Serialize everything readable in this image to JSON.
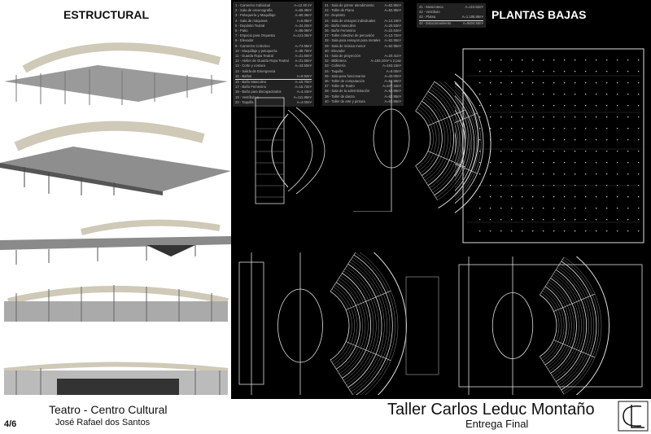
{
  "left_title": "ESTRUCTURAL",
  "right_title": "PLANTAS BAJAS",
  "legend": {
    "col1": [
      {
        "n": "1 - Camerino Individual",
        "a": "A=12.30 m²"
      },
      {
        "n": "2 - Sala de escenografía",
        "a": "A=65.38m²"
      },
      {
        "n": "3 - Peluquería y Maquillaje",
        "a": "A=60.36m²"
      },
      {
        "n": "4 - Sala de máquinas",
        "a": "A=6.86m²"
      },
      {
        "n": "5 - Depósito Teatral",
        "a": "A=34.20m²"
      },
      {
        "n": "6 - Patio",
        "a": "A=86.09m²"
      },
      {
        "n": "7 - Espacio para Orquesta",
        "a": "A=121.06m²"
      },
      {
        "n": "8 - Elevador",
        "a": ""
      },
      {
        "n": "9 - Camerino Colectivo",
        "a": "A=74.85m²"
      },
      {
        "n": "10 - Maquillaje y peluquería",
        "a": "A=38.70m²"
      },
      {
        "n": "11 - Guarda Ropa Teatral",
        "a": "A=21.50m²"
      },
      {
        "n": "12 - Atelier de Guarda Ropa Teatral",
        "a": "A=21.50m²"
      },
      {
        "n": "13 - Corte y costura",
        "a": "A=43.50m²"
      },
      {
        "n": "14 - Salida de Emergencia",
        "a": ""
      },
      {
        "n": "15 - Baños",
        "a": "A=9.92m²"
      },
      {
        "n": "16 - Baño Masculino",
        "a": "A=15.70m²"
      },
      {
        "n": "17 - Baño Femenino",
        "a": "A=15.72m²"
      },
      {
        "n": "18 - Baño para discapacitados",
        "a": "A=4.44m²"
      },
      {
        "n": "19 - Vestíbulo 1",
        "a": "A=111.86m²"
      },
      {
        "n": "20 - Taquilla",
        "a": "A=4.00m²"
      }
    ],
    "col2": [
      {
        "n": "21 - Sala de primer atendimiento",
        "a": "A=62.95m²"
      },
      {
        "n": "22 - Taller de Piano",
        "a": "A=62.95m²"
      },
      {
        "n": "23 - Depósito",
        "a": ""
      },
      {
        "n": "24 - Sala de ensayos individuales",
        "a": "A=14.19m²"
      },
      {
        "n": "25 - Baño masculino",
        "a": "A=20.53m²"
      },
      {
        "n": "26 - Baño Femenino",
        "a": "A=22.64m²"
      },
      {
        "n": "27 - Taller colectivo de percusión",
        "a": "A=13.72m²"
      },
      {
        "n": "28 - Sala para ensayos para metales",
        "a": "A=62.95m²"
      },
      {
        "n": "29 - Sala de música menor",
        "a": "A=62.95m²"
      },
      {
        "n": "30 - Elevador",
        "a": ""
      },
      {
        "n": "31 - Sala de proyección",
        "a": "A=20.41m²"
      },
      {
        "n": "32 - Biblioteca",
        "a": "A=183.10m² x 2 pav"
      },
      {
        "n": "33 - Cafetería",
        "a": "A=163.15m²"
      },
      {
        "n": "34 - Taquilla",
        "a": "A=8.00m²"
      },
      {
        "n": "35 - Sala para funcionarios",
        "a": "A=40.00m²"
      },
      {
        "n": "36 - Taller de computación",
        "a": "A=68.99m²"
      },
      {
        "n": "37 - Taller de Teatro",
        "a": "A=107.34m²"
      },
      {
        "n": "38 - Sala de la administración",
        "a": "A=62.95m²"
      },
      {
        "n": "39 - Taller de danza",
        "a": "A=62.95m²"
      },
      {
        "n": "40 - Taller de arte y pintura",
        "a": "A=62.95m²"
      }
    ],
    "col3": [
      {
        "n": "41 - Musicoteca",
        "a": "A=110.62m²"
      },
      {
        "n": "42 - Vestíbulo",
        "a": ""
      },
      {
        "n": "43 - Platea",
        "a": "A=1.188.86m²"
      },
      {
        "n": "44 - Estacionamiento",
        "a": "A=9404.50m²"
      }
    ]
  },
  "footer": {
    "project": "Teatro - Centro Cultural",
    "author": "José Rafael dos Santos",
    "page": "4/6",
    "studio": "Taller Carlos Leduc Montaño",
    "stage": "Entrega Final"
  }
}
